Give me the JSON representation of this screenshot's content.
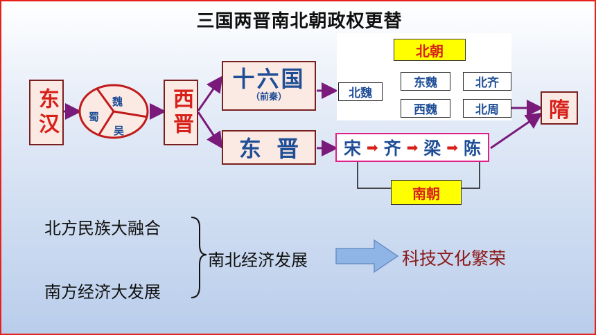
{
  "title": "三国两晋南北朝政权更替",
  "dong_han": "东汉",
  "three_kingdoms": {
    "wei": "魏",
    "shu": "蜀",
    "wu": "吴"
  },
  "xi_jin": "西晋",
  "shiliuguo": {
    "name": "十六国",
    "note": "（前秦）"
  },
  "dong_jin": "东  晋",
  "north": {
    "bei_chao": "北朝",
    "bei_wei": "北魏",
    "dong_wei": "东魏",
    "bei_qi": "北齐",
    "xi_wei": "西魏",
    "bei_zhou": "北周"
  },
  "south": {
    "dynasties": [
      "宋",
      "齐",
      "梁",
      "陈"
    ],
    "nan_chao": "南朝"
  },
  "sui": "隋",
  "bottom": {
    "line1": "北方民族大融合",
    "line2": "南方经济大发展",
    "middle": "南北经济发展",
    "result": "科技文化繁荣"
  },
  "colors": {
    "red": "#d8201a",
    "blue": "#1f4e96",
    "purple": "#7a1a7a",
    "yellow": "#ffff00",
    "border": "#e8201a"
  }
}
